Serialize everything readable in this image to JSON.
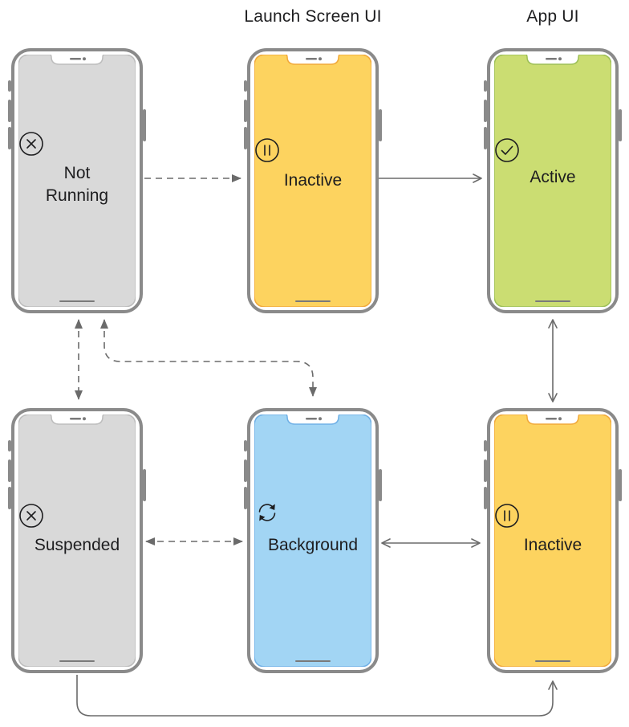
{
  "headers": {
    "launch_screen_ui": "Launch Screen UI",
    "app_ui": "App UI"
  },
  "phones": {
    "not_running": {
      "label_line1": "Not",
      "label_line2": "Running",
      "icon": "x-circle-icon",
      "color": "#d9d9d9",
      "border": "#bdbdbd"
    },
    "inactive_launch": {
      "label": "Inactive",
      "icon": "pause-circle-icon",
      "color": "#fdd35f",
      "border": "#f1a93a"
    },
    "active": {
      "label": "Active",
      "icon": "checkmark-circle-icon",
      "color": "#cbdd72",
      "border": "#9dbf57"
    },
    "suspended": {
      "label": "Suspended",
      "icon": "x-circle-icon",
      "color": "#d9d9d9",
      "border": "#bdbdbd"
    },
    "background": {
      "label": "Background",
      "icon": "refresh-icon",
      "color": "#a2d5f4",
      "border": "#6fb0e6"
    },
    "inactive_app": {
      "label": "Inactive",
      "icon": "pause-circle-icon",
      "color": "#fdd35f",
      "border": "#f1a93a"
    }
  },
  "colors": {
    "frame": "#8a8a8a",
    "arrow": "#6b6b6b"
  }
}
